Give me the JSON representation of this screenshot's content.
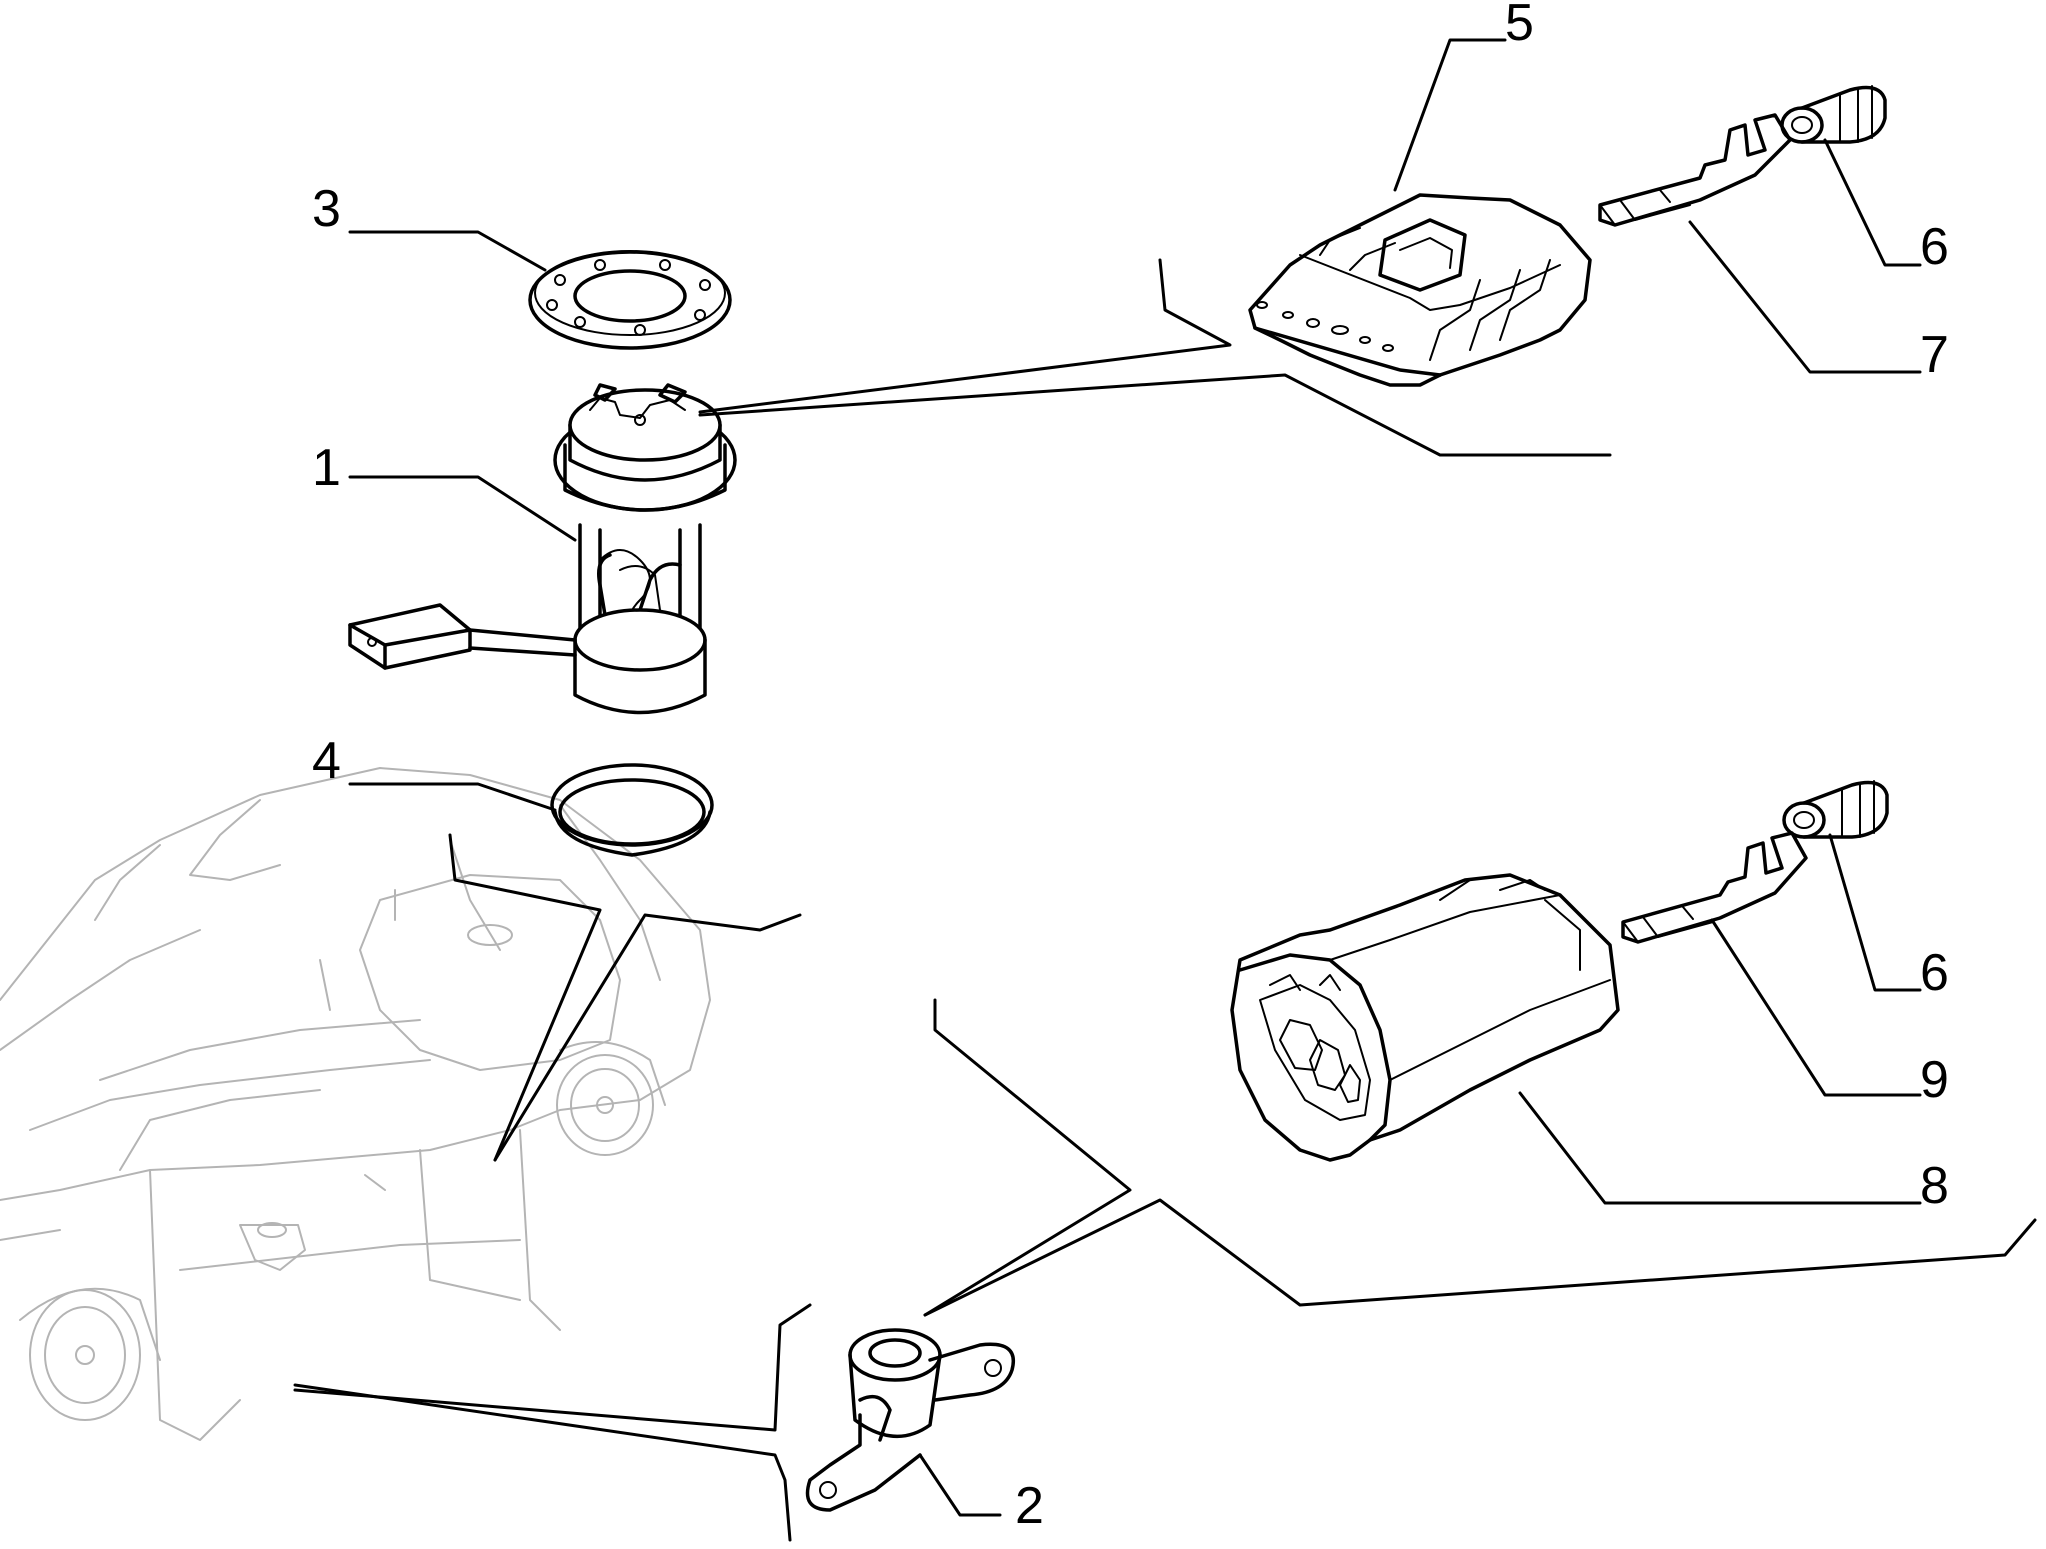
{
  "diagram": {
    "callouts": [
      {
        "id": "c1",
        "label": "1",
        "part": "fuel-pump-sender-unit"
      },
      {
        "id": "c2",
        "label": "2",
        "part": "bracket"
      },
      {
        "id": "c3",
        "label": "3",
        "part": "ring-nut"
      },
      {
        "id": "c4",
        "label": "4",
        "part": "gasket"
      },
      {
        "id": "c5",
        "label": "5",
        "part": "connector-housing-upper"
      },
      {
        "id": "c6a",
        "label": "6",
        "part": "seal-upper"
      },
      {
        "id": "c6b",
        "label": "6",
        "part": "seal-lower"
      },
      {
        "id": "c7",
        "label": "7",
        "part": "terminal-upper"
      },
      {
        "id": "c8",
        "label": "8",
        "part": "connector-housing-lower"
      },
      {
        "id": "c9",
        "label": "9",
        "part": "terminal-lower"
      }
    ]
  }
}
